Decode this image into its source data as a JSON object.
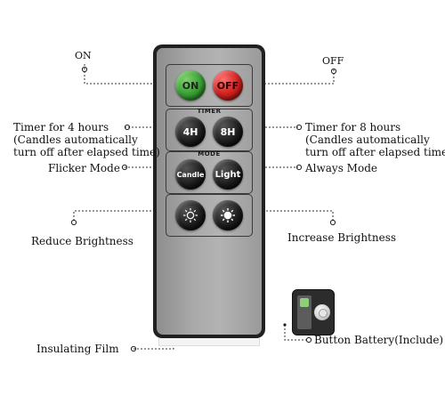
{
  "remote": {
    "timer_title": "TIMER",
    "mode_title": "MODE",
    "buttons": {
      "on": "ON",
      "off": "OFF",
      "timer_4h": "4H",
      "timer_8h": "8H",
      "candle": "Candle",
      "light": "Light"
    }
  },
  "labels": {
    "on": "ON",
    "off": "OFF",
    "timer_4": [
      "Timer for 4 hours",
      "(Candles automatically",
      "turn off after elapsed time)"
    ],
    "timer_8": [
      "Timer for 8 hours",
      "(Candles automatically",
      "turn off after elapsed time)"
    ],
    "flicker": "Flicker Mode",
    "always": "Always Mode",
    "reduce": "Reduce Brightness",
    "increase": "Increase Brightness",
    "film": "Insulating Film",
    "battery": "Button Battery(Include)"
  },
  "icons": {
    "reduce": "sun-outline-icon",
    "increase": "sun-filled-icon"
  },
  "colors": {
    "on_button": "#3aa235",
    "off_button": "#d2231f",
    "remote_body": "#a9a9a9"
  }
}
